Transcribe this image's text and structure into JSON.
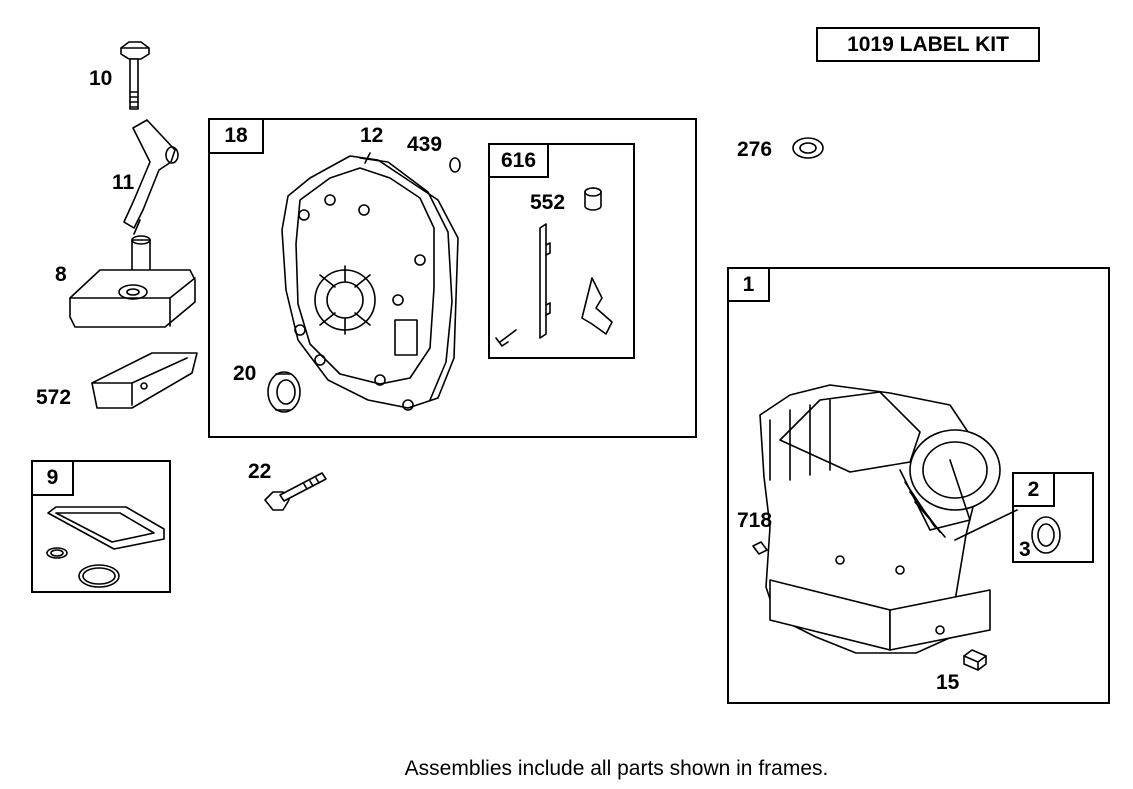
{
  "kit_label": "1019 LABEL KIT",
  "footnote": "Assemblies include all parts shown in frames.",
  "frames": {
    "f18": "18",
    "f616": "616",
    "f1": "1",
    "f2": "2",
    "f9": "9"
  },
  "callouts": {
    "c10": "10",
    "c11": "11",
    "c8": "8",
    "c572": "572",
    "c12": "12",
    "c439": "439",
    "c20": "20",
    "c22": "22",
    "c552": "552",
    "c276": "276",
    "c718": "718",
    "c3": "3",
    "c15": "15"
  }
}
